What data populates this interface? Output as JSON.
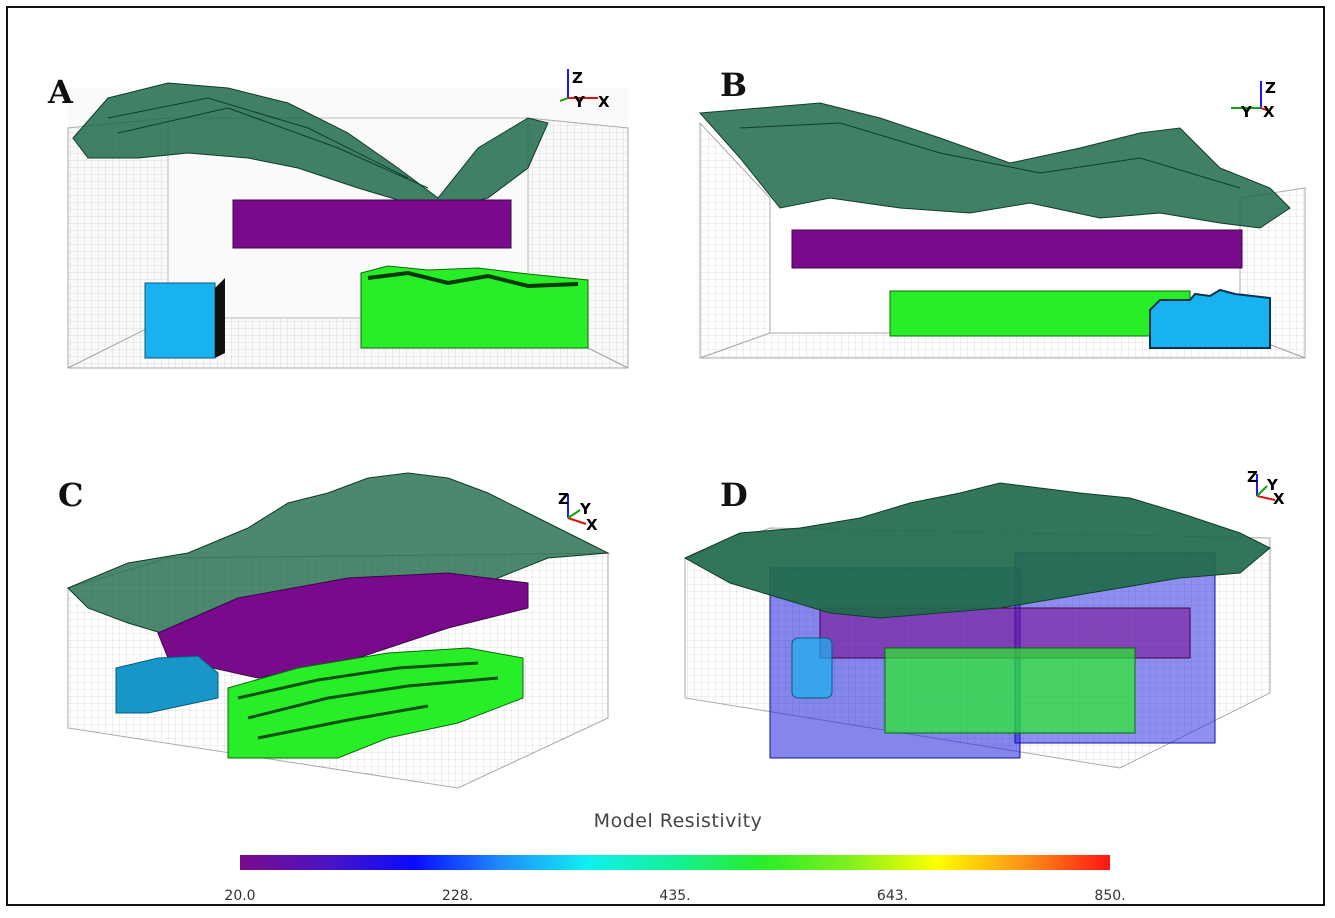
{
  "panels": [
    {
      "letter": "A",
      "axes": {
        "up": "Z",
        "left": "Y",
        "right": "X"
      }
    },
    {
      "letter": "B",
      "axes": {
        "up": "Z",
        "left": "Y",
        "right": "X"
      }
    },
    {
      "letter": "C",
      "axes": {
        "up": "Z",
        "left": "Y",
        "right": "X"
      }
    },
    {
      "letter": "D",
      "axes": {
        "up": "Z",
        "left": "Y",
        "right": "X"
      }
    }
  ],
  "legend": {
    "title": "Model Resistivity",
    "ticks": [
      "20.0",
      "228.",
      "435.",
      "643.",
      "850."
    ],
    "min": 20.0,
    "max": 850.0
  },
  "colors": {
    "terrain": "#1f6a4a",
    "purple_body": "#7a0a8c",
    "green_body": "#28ee28",
    "blue_body": "#19b2f0",
    "section_plane": "#2020e0",
    "mesh": "#b9b9b9"
  }
}
